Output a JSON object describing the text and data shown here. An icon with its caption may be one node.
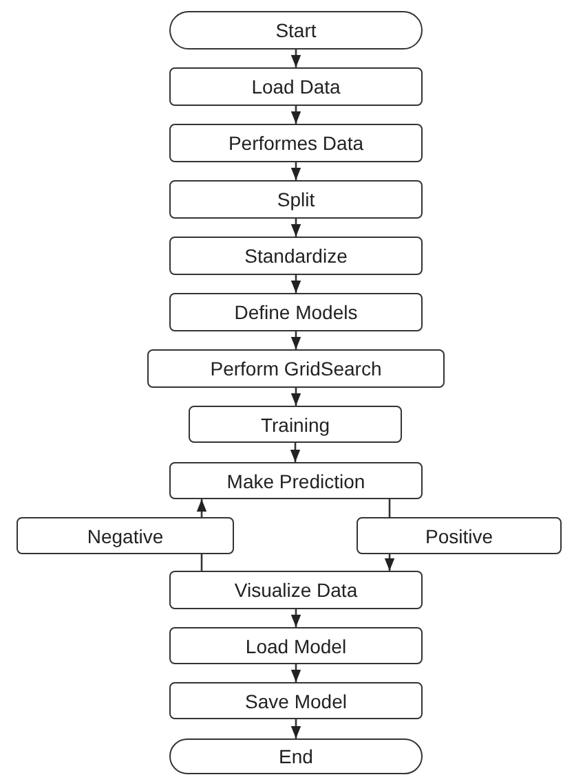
{
  "diagram": {
    "nodes": [
      {
        "text": [
          "Start"
        ]
      },
      {
        "text": [
          "Load Data"
        ]
      },
      {
        "text": [
          "Performes Data"
        ]
      },
      {
        "text": [
          "Split"
        ]
      },
      {
        "text": [
          "Standardize"
        ]
      },
      {
        "text": [
          "Define Models"
        ]
      },
      {
        "text": [
          "Perform GridSearch"
        ]
      },
      {
        "text": [
          "Training"
        ]
      },
      {
        "text": [
          "Make Prediction"
        ]
      },
      {
        "text": [
          "Negative"
        ]
      },
      {
        "text": [
          "Positive"
        ]
      },
      {
        "text": [
          "Visualize Data"
        ]
      },
      {
        "text": [
          "Load Model"
        ]
      },
      {
        "text": [
          "Save Model"
        ]
      },
      {
        "text": [
          "End"
        ]
      }
    ],
    "edges": [
      {
        "from": 0,
        "to": 1,
        "arrow": "to"
      },
      {
        "from": 1,
        "to": 2,
        "arrow": "to"
      },
      {
        "from": 2,
        "to": 3,
        "arrow": "to"
      },
      {
        "from": 3,
        "to": 4,
        "arrow": "to"
      },
      {
        "from": 4,
        "to": 5,
        "arrow": "to"
      },
      {
        "from": 5,
        "to": 6,
        "arrow": "to"
      },
      {
        "from": 6,
        "to": 7,
        "arrow": "to"
      },
      {
        "from": 7,
        "to": 8,
        "arrow": "to"
      },
      {
        "from": 8,
        "to": 10,
        "arrow": "none"
      },
      {
        "from": 10,
        "to": 11,
        "arrow": "to"
      },
      {
        "from": 11,
        "to": 9,
        "arrow": "none"
      },
      {
        "from": 9,
        "to": 8,
        "arrow": "to"
      },
      {
        "from": 11,
        "to": 12,
        "arrow": "to"
      },
      {
        "from": 12,
        "to": 13,
        "arrow": "to"
      },
      {
        "from": 13,
        "to": 14,
        "arrow": "to"
      }
    ]
  }
}
